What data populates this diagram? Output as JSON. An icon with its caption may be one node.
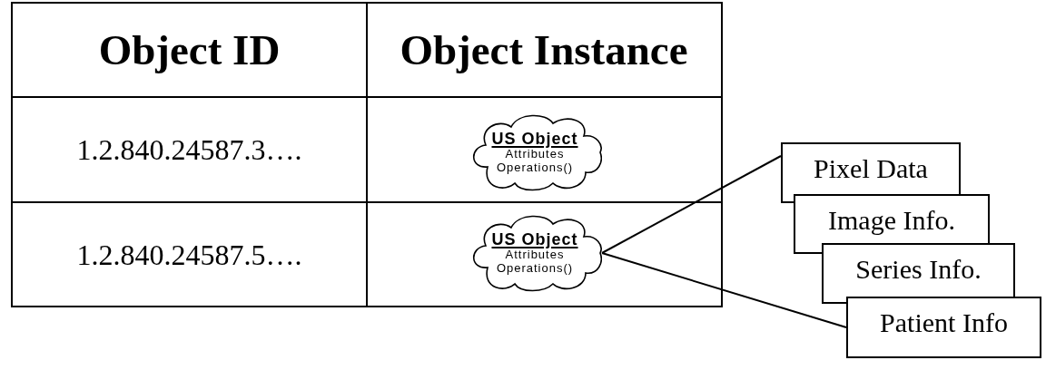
{
  "diagram": {
    "nodes": [
      {
        "text": [
          "US Object",
          "Attributes",
          "Operations()"
        ]
      },
      {
        "text": [
          "US Object",
          "Attributes",
          "Operations()"
        ]
      },
      {
        "text": [
          "Pixel Data"
        ]
      },
      {
        "text": [
          "Image Info."
        ]
      },
      {
        "text": [
          "Series Info."
        ]
      },
      {
        "text": [
          "Patient Info"
        ]
      }
    ],
    "edges": [
      {
        "from": 1,
        "to": 2,
        "arrow": "none"
      },
      {
        "from": 1,
        "to": 5,
        "arrow": "none"
      }
    ],
    "labels": [
      "Object ID",
      "Object Instance",
      "1.2.840.24587.3….",
      "1.2.840.24587.5…."
    ]
  }
}
